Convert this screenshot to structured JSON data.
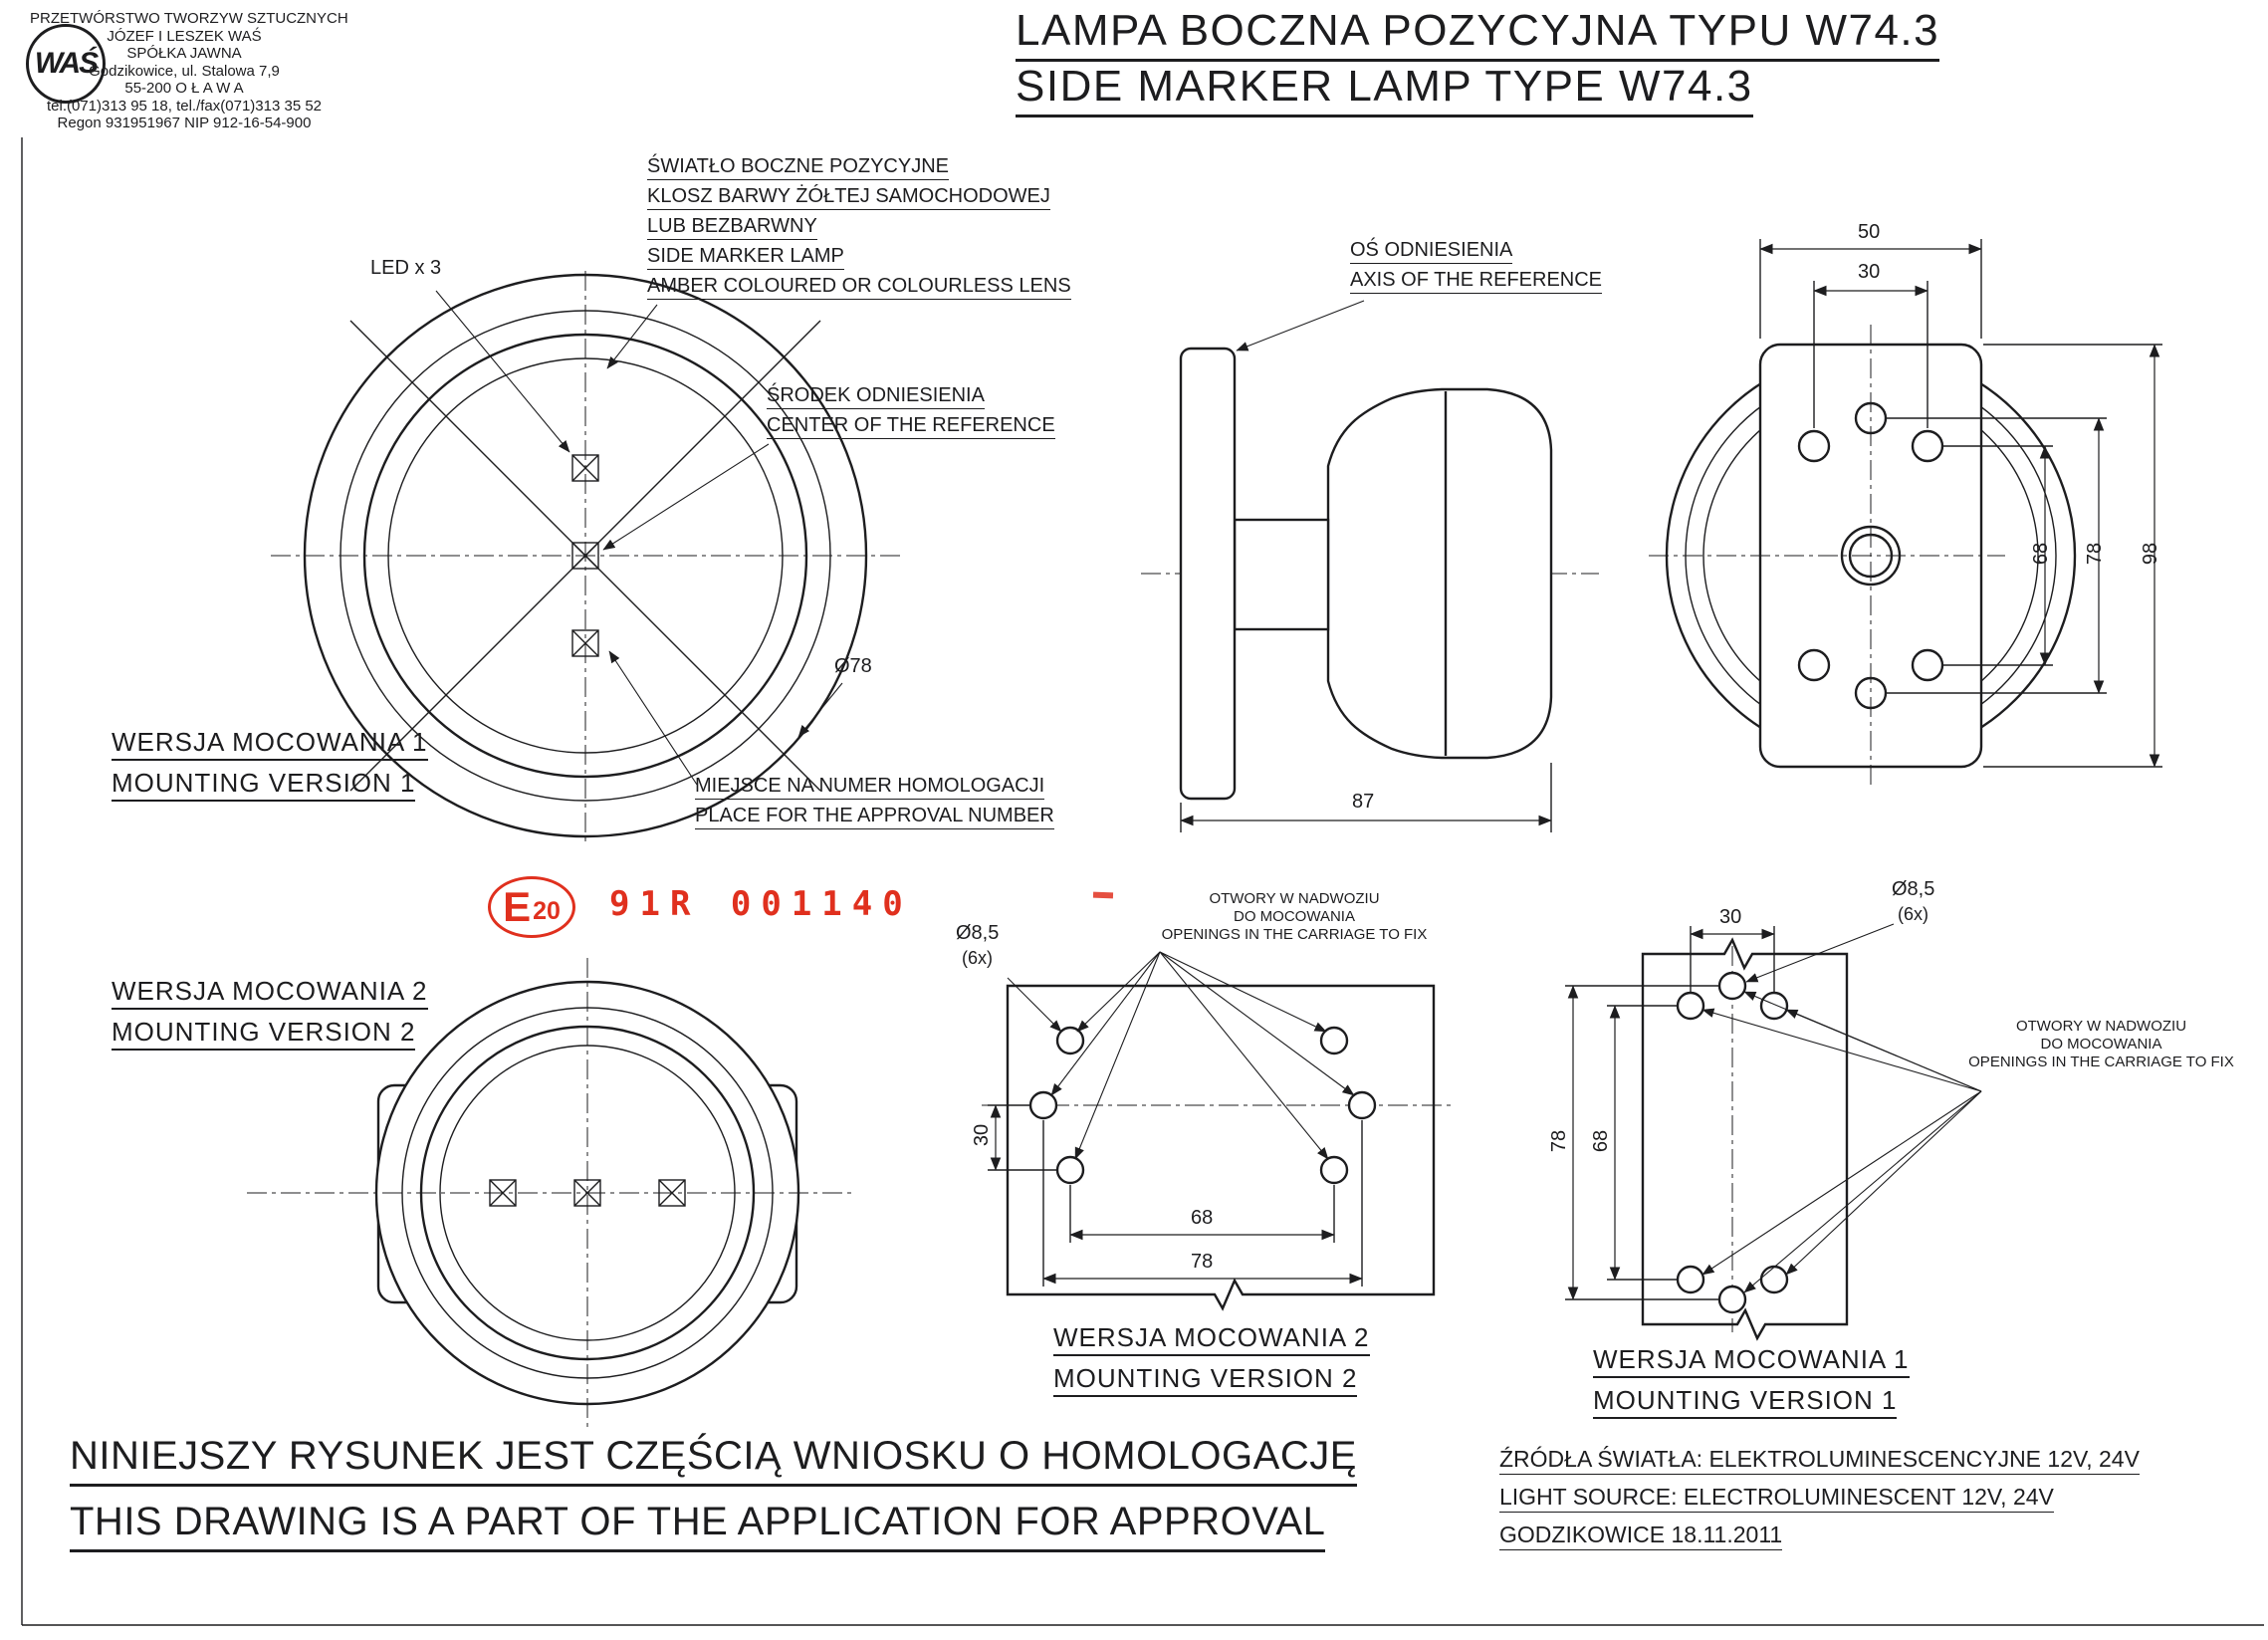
{
  "colors": {
    "ink": "#1d1d1f",
    "red": "#e0301e"
  },
  "header": {
    "logo": "WAŚ",
    "lines": [
      "PRZETWÓRSTWO TWORZYW SZTUCZNYCH",
      "JÓZEF I LESZEK WAŚ",
      "SPÓŁKA JAWNA",
      "Godzikowice, ul. Stalowa 7,9",
      "55-200  O Ł A W A",
      "tel.(071)313 95 18, tel./fax(071)313 35 52",
      "Regon 931951967 NIP 912-16-54-900"
    ]
  },
  "title": {
    "pl": "LAMPA BOCZNA POZYCYJNA TYPU W74.3",
    "en": "SIDE MARKER LAMP TYPE W74.3"
  },
  "labels": {
    "led": "LED x 3",
    "lens_note": [
      "ŚWIATŁO BOCZNE POZYCYJNE",
      "KLOSZ BARWY ŻÓŁTEJ SAMOCHODOWEJ",
      "LUB BEZBARWNY",
      "SIDE MARKER LAMP",
      "AMBER COLOURED OR COLOURLESS LENS"
    ],
    "axis": [
      "OŚ ODNIESIENIA",
      "AXIS OF THE REFERENCE"
    ],
    "center_ref": [
      "ŚRODEK ODNIESIENIA",
      "CENTER OF THE REFERENCE"
    ],
    "approval_place": [
      "MIEJSCE NA NUMER HOMOLOGACJI",
      "PLACE FOR THE APPROVAL NUMBER"
    ],
    "mounting_v1": [
      "WERSJA MOCOWANIA 1",
      "MOUNTING VERSION 1"
    ],
    "mounting_v2": [
      "WERSJA MOCOWANIA 2",
      "MOUNTING VERSION 2"
    ],
    "openings": [
      "OTWORY W NADWOZIU",
      "DO MOCOWANIA",
      "OPENINGS IN THE CARRIAGE TO FIX"
    ]
  },
  "dims": {
    "d30": "30",
    "d50": "50",
    "d68": "68",
    "d78": "78",
    "d87": "87",
    "d98": "98",
    "dia78": "Ø78",
    "dia85": "Ø8,5",
    "count": "(6x)"
  },
  "stamp": {
    "e_letter": "E",
    "e_number": "20",
    "approval_number": "91R  001140"
  },
  "footer": {
    "pl": "NINIEJSZY RYSUNEK JEST CZĘŚCIĄ WNIOSKU O  HOMOLOGACJĘ",
    "en": "THIS DRAWING IS A PART OF THE APPLICATION FOR  APPROVAL"
  },
  "source": [
    "ŹRÓDŁA ŚWIATŁA: ELEKTROLUMINESCENCYJNE  12V, 24V",
    "LIGHT SOURCE: ELECTROLUMINESCENT  12V, 24V",
    "GODZIKOWICE 18.11.2011"
  ]
}
